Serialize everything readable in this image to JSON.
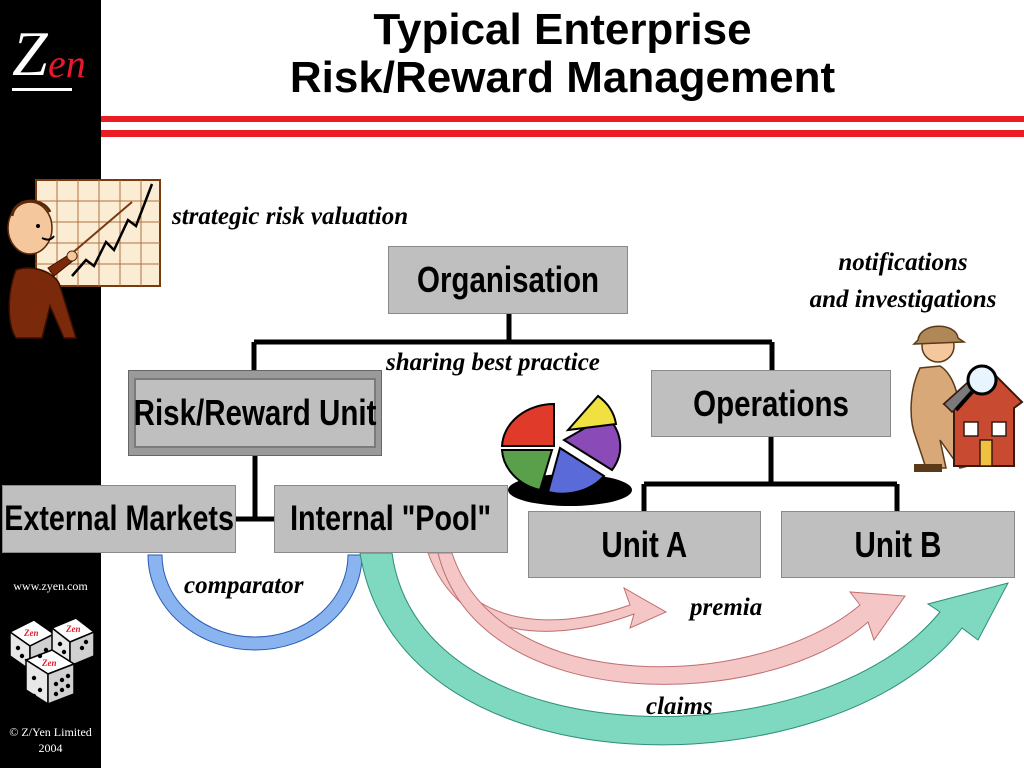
{
  "title": {
    "line1": "Typical Enterprise",
    "line2": "Risk/Reward Management"
  },
  "logo": {
    "z": "Z",
    "en": "en"
  },
  "sidebar": {
    "website": "www.zyen.com",
    "copyright_line1": "© Z/Yen Limited",
    "copyright_line2": "2004"
  },
  "nodes": {
    "organisation": "Organisation",
    "risk_reward_unit": "Risk/Reward Unit",
    "operations": "Operations",
    "external_markets": "External Markets",
    "internal_pool": "Internal \"Pool\"",
    "unit_a": "Unit A",
    "unit_b": "Unit B"
  },
  "labels": {
    "strategic": "strategic risk valuation",
    "notifications_line1": "notifications",
    "notifications_line2": "and investigations",
    "sharing": "sharing best practice",
    "comparator": "comparator",
    "premia": "premia",
    "claims": "claims"
  },
  "colors": {
    "accent_red": "#ec1c24",
    "box_fill": "#bfbfbf",
    "comparator_arc": "#8ab4f0",
    "claims_arrow": "#7fd8c0",
    "premia_arrow": "#f4c6c6"
  },
  "icons": [
    "businessman-chart-icon",
    "pie-chart-icon",
    "detective-house-icon",
    "dice-icon"
  ]
}
